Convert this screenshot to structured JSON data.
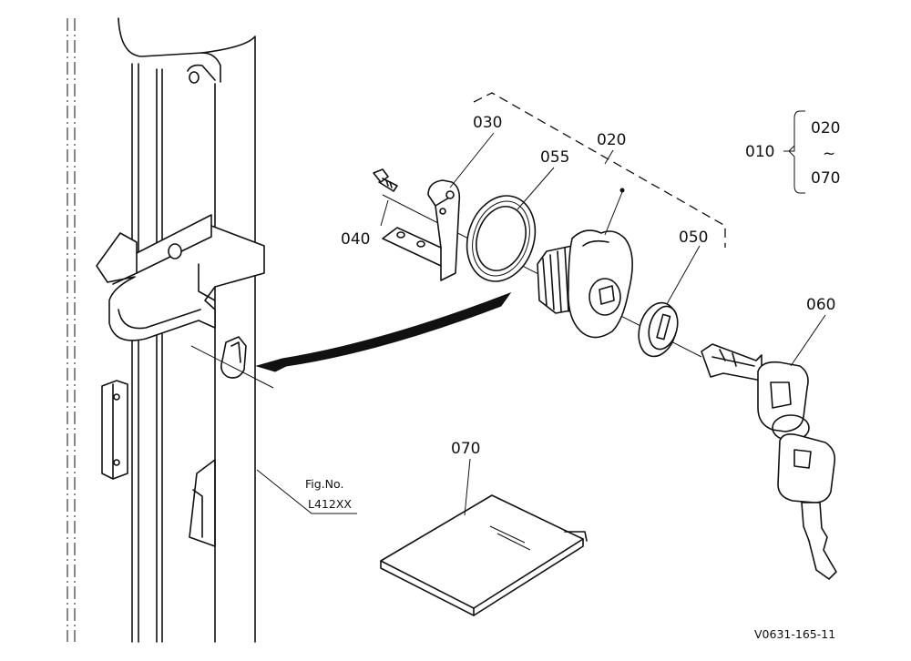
{
  "labels": {
    "p010": "010",
    "p020_range": "020",
    "tilde": "~",
    "p070_range": "070",
    "p020": "020",
    "p030": "030",
    "p040": "040",
    "p050": "050",
    "p055": "055",
    "p060": "060",
    "p070": "070",
    "fig_no": "Fig.No.",
    "fig_code": "L412XX",
    "drawing_code": "V0631-165-11"
  }
}
